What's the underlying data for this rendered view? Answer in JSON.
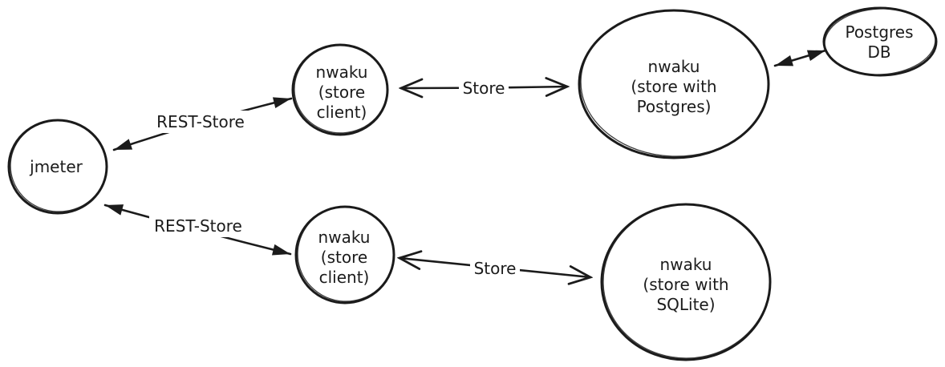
{
  "diagram": {
    "colors": {
      "stroke": "#1b1b1b",
      "background": "#ffffff"
    },
    "nodes": {
      "jmeter": {
        "lines": [
          "jmeter"
        ]
      },
      "store_client_top": {
        "lines": [
          "nwaku",
          "(store",
          "client)"
        ]
      },
      "store_postgres": {
        "lines": [
          "nwaku",
          "(store with",
          "Postgres)"
        ]
      },
      "postgres_db": {
        "lines": [
          "Postgres",
          "DB"
        ]
      },
      "store_client_bottom": {
        "lines": [
          "nwaku",
          "(store",
          "client)"
        ]
      },
      "store_sqlite": {
        "lines": [
          "nwaku",
          "(store with",
          "SQLite)"
        ]
      }
    },
    "edges": {
      "rest_store_top": {
        "label": "REST-Store"
      },
      "store_top": {
        "label": "Store"
      },
      "rest_store_bottom": {
        "label": "REST-Store"
      },
      "store_bottom": {
        "label": "Store"
      }
    }
  }
}
